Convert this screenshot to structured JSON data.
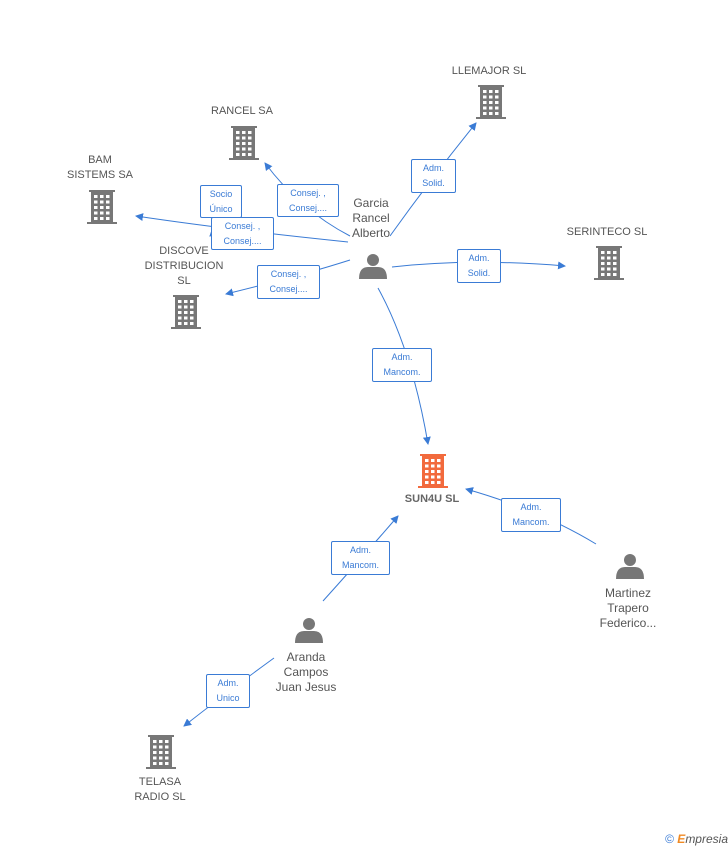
{
  "companies": [
    {
      "id": "sun4u",
      "label": "SUN4U  SL",
      "main": true
    },
    {
      "id": "rancel",
      "label": "RANCEL SA"
    },
    {
      "id": "llemajor",
      "label": "LLEMAJOR SL"
    },
    {
      "id": "bam",
      "label": "BAM\nSISTEMS SA"
    },
    {
      "id": "discove",
      "label": "DISCOVE\nDISTRIBUCION\nSL"
    },
    {
      "id": "serinteco",
      "label": "SERINTECO SL"
    },
    {
      "id": "telasa",
      "label": "TELASA\nRADIO SL"
    }
  ],
  "persons": [
    {
      "id": "garcia",
      "label": "Garcia\nRancel\nAlberto"
    },
    {
      "id": "martinez",
      "label": "Martinez\nTrapero\nFederico..."
    },
    {
      "id": "aranda",
      "label": "Aranda\nCampos\nJuan Jesus"
    }
  ],
  "relations": [
    {
      "id": "r1",
      "label": "Socio\nÚnico"
    },
    {
      "id": "r2",
      "label": "Consej. ,\nConsej...."
    },
    {
      "id": "r3",
      "label": "Consej. ,\nConsej...."
    },
    {
      "id": "r4",
      "label": "Consej. ,\nConsej...."
    },
    {
      "id": "r5",
      "label": "Adm.\nSolid."
    },
    {
      "id": "r6",
      "label": "Adm.\nSolid."
    },
    {
      "id": "r7",
      "label": "Adm.\nMancom."
    },
    {
      "id": "r8",
      "label": "Adm.\nMancom."
    },
    {
      "id": "r9",
      "label": "Adm.\nMancom."
    },
    {
      "id": "r10",
      "label": "Adm.\nUnico"
    }
  ],
  "colors": {
    "edge": "#3a7bd5",
    "building": "#777777",
    "main_building": "#f26a3d",
    "person": "#777777"
  },
  "footer": {
    "copyright": "©",
    "brand_initial": "E",
    "brand_rest": "mpresia"
  }
}
